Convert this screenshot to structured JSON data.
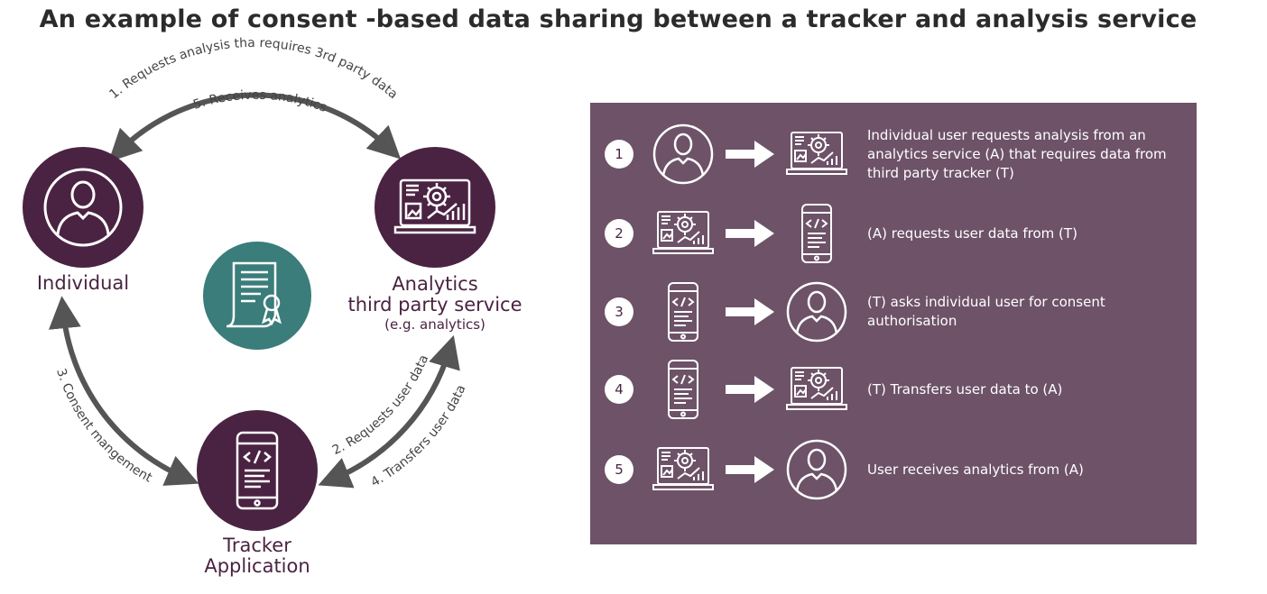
{
  "title": "An example of consent -based data sharing between a tracker and analysis service",
  "colors": {
    "node_dark": "#4a2342",
    "node_teal": "#3a7d7b",
    "panel_bg": "#6d5268",
    "arrow": "#555555"
  },
  "diagram": {
    "nodes": {
      "individual": {
        "label": "Individual",
        "icon": "user-icon"
      },
      "analytics": {
        "label_line1": "Analytics",
        "label_line2": "third party service",
        "sublabel": "(e.g. analytics)",
        "icon": "analytics-gear-laptop-icon"
      },
      "tracker": {
        "label_line1": "Tracker",
        "label_line2": "Application",
        "icon": "mobile-app-icon"
      },
      "center": {
        "icon": "certificate-document-icon"
      }
    },
    "edges": {
      "e1": "1. Requests analysis tha requires 3rd party data",
      "e5": "5. Receives analytics",
      "e3": "3. Consent mangement",
      "e2": "2. Requests user data",
      "e4": "4. Transfers user data"
    }
  },
  "panel": {
    "steps": [
      {
        "number": "1",
        "from_icon": "user-icon",
        "arrow_icon": "right-arrow-icon",
        "to_icon": "analytics-gear-laptop-icon",
        "text": "Individual user requests analysis from an analytics service (A) that requires data from third party tracker (T)"
      },
      {
        "number": "2",
        "from_icon": "analytics-gear-laptop-icon",
        "arrow_icon": "right-arrow-icon",
        "to_icon": "mobile-app-icon",
        "text": "(A) requests user data from (T)"
      },
      {
        "number": "3",
        "from_icon": "mobile-app-icon",
        "arrow_icon": "right-arrow-icon",
        "to_icon": "user-icon",
        "text": "(T) asks individual user for consent authorisation"
      },
      {
        "number": "4",
        "from_icon": "mobile-app-icon",
        "arrow_icon": "right-arrow-icon",
        "to_icon": "analytics-gear-laptop-icon",
        "text": "(T) Transfers user data to (A)"
      },
      {
        "number": "5",
        "from_icon": "analytics-gear-laptop-icon",
        "arrow_icon": "right-arrow-icon",
        "to_icon": "user-icon",
        "text": "User receives analytics from (A)"
      }
    ]
  }
}
